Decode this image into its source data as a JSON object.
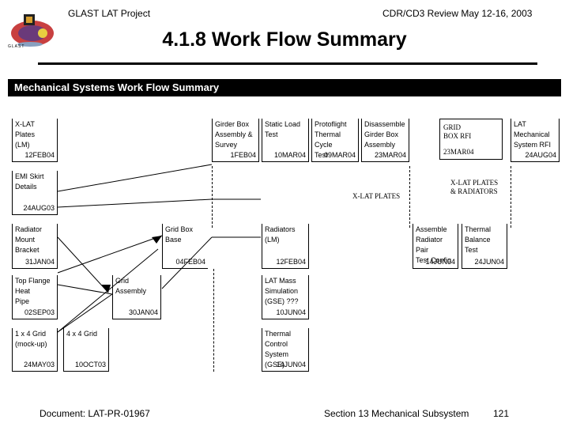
{
  "header": {
    "left": "GLAST LAT Project",
    "right": "CDR/CD3 Review May 12-16, 2003"
  },
  "title": "4.1.8 Work Flow Summary",
  "banner": "Mechanical Systems Work Flow Summary",
  "boxes": {
    "xlat_plates": {
      "label": "X-LAT Plates\n(LM)",
      "date": "12FEB04"
    },
    "emi_skirt": {
      "label": "EMI Skirt Details",
      "date": "24AUG03"
    },
    "radiator_mount": {
      "label": "Radiator Mount\nBracket",
      "date": "31JAN04"
    },
    "top_flange": {
      "label": "Top Flange Heat\nPipe",
      "date": "02SEP03"
    },
    "grid_1x4": {
      "label": "1 x 4 Grid\n(mock-up)",
      "date": "24MAY03"
    },
    "grid_4x4": {
      "label": "4 x 4 Grid",
      "date": "10OCT03"
    },
    "grid_box_base": {
      "label": "Grid Box Base",
      "date": "04FEB04"
    },
    "grid_assembly": {
      "label": "Grid Assembly",
      "date": "30JAN04"
    },
    "girder_box": {
      "label": "Girder Box\nAssembly &\nSurvey",
      "date": "1FEB04"
    },
    "static_load": {
      "label": "Static Load Test",
      "date": "10MAR04"
    },
    "protoflight": {
      "label": "Protoflight\nThermal Cycle\nTest",
      "date": "09MAR04"
    },
    "disassemble": {
      "label": "Disassemble\nGirder Box\nAssembly",
      "date": "23MAR04"
    },
    "radiators": {
      "label": "Radiators (LM)",
      "date": "12FEB04"
    },
    "lat_mass": {
      "label": "LAT Mass\nSimulation\n(GSE) ???",
      "date": "10JUN04"
    },
    "thermal_control": {
      "label": "Thermal Control\nSystem (GSE)",
      "date": "14JUN04"
    },
    "assemble_radiator": {
      "label": "Assemble\nRadiator Pair\nTest Config",
      "date": "14JUN04"
    },
    "thermal_balance": {
      "label": "Thermal\nBalance Test",
      "date": "24JUN04"
    },
    "lat_rfi": {
      "label": "LAT Mechanical\nSystem RFI",
      "date": "24AUG04"
    }
  },
  "notes": {
    "grid_box_rfi": "GRID\nBOX RFI",
    "grid_box_rfi_date": "23MAR04",
    "xlat_plates_note": "X-LAT PLATES",
    "xlat_radiators_note": "X-LAT PLATES\n& RADIATORS"
  },
  "footer": {
    "document": "Document:  LAT-PR-01967",
    "section": "Section 13   Mechanical Subsystem",
    "page": "121"
  },
  "logo": {
    "text": "GLAST"
  }
}
